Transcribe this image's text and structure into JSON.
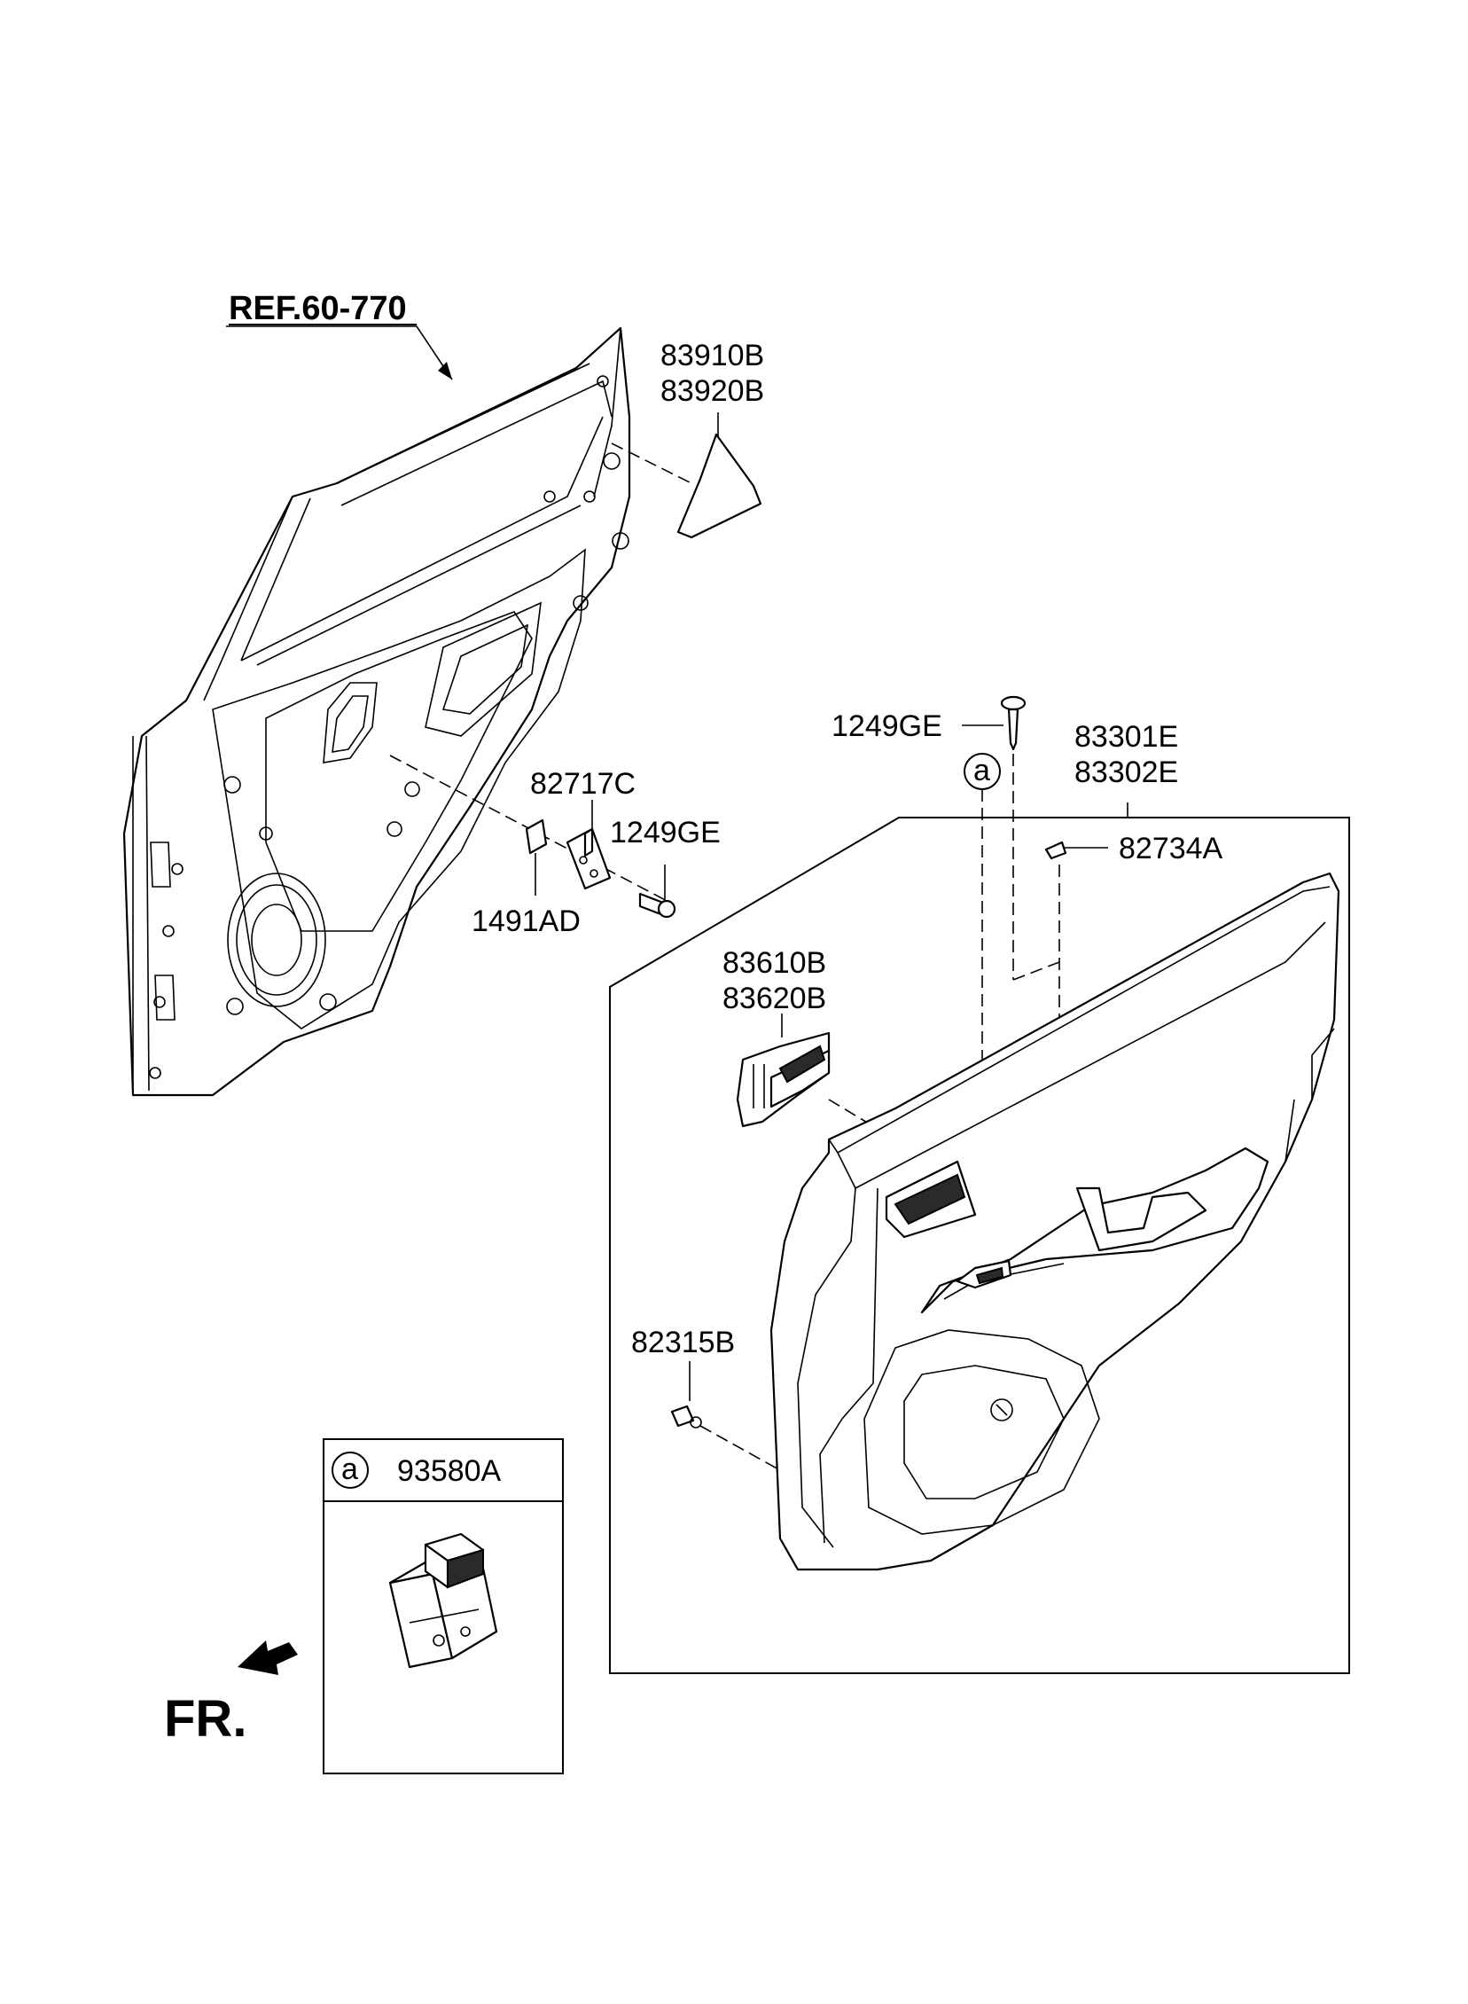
{
  "diagram": {
    "labels": {
      "ref": "REF.60-770",
      "p83910B": "83910B",
      "p83920B": "83920B",
      "p82717C": "82717C",
      "p1249GE_bracket": "1249GE",
      "p1491AD": "1491AD",
      "p1249GE_top": "1249GE",
      "p83301E": "83301E",
      "p83302E": "83302E",
      "p82734A": "82734A",
      "p83610B": "83610B",
      "p83620B": "83620B",
      "p82315B": "82315B",
      "p93580A": "93580A",
      "callout_a": "a",
      "legend_a": "a",
      "front": "FR."
    }
  }
}
